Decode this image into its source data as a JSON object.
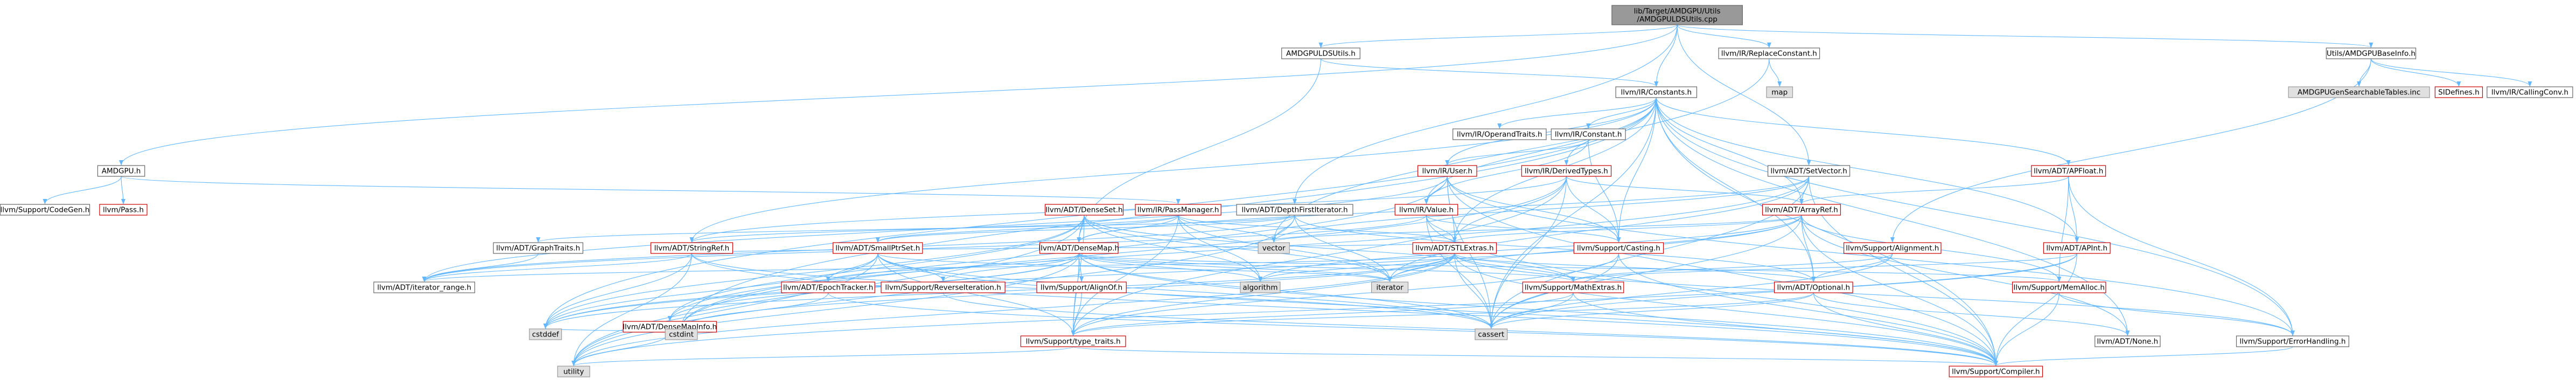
{
  "graph": {
    "root": "lib/Target/AMDGPU/Utils/AMDGPULDSUtils.cpp",
    "colors": {
      "edge": "#63b8ff",
      "root_fill": "#999999",
      "link_border": "#cc0000",
      "plain_border": "#666666",
      "external_fill": "#e0e0e0",
      "node_fill": "#ffffff",
      "text": "#000000"
    },
    "nodes": [
      {
        "id": "root",
        "label": "lib/Target/AMDGPU/Utils/AMDGPULDSUtils.cpp",
        "kind": "root"
      },
      {
        "id": "ldsutils_h",
        "label": "AMDGPULDSUtils.h",
        "kind": "plain"
      },
      {
        "id": "replaceconst",
        "label": "llvm/IR/ReplaceConstant.h",
        "kind": "plain"
      },
      {
        "id": "baseinfo",
        "label": "Utils/AMDGPUBaseInfo.h",
        "kind": "plain"
      },
      {
        "id": "gensearch",
        "label": "AMDGPUGenSearchableTables.inc",
        "kind": "external"
      },
      {
        "id": "sidefines",
        "label": "SIDefines.h",
        "kind": "link"
      },
      {
        "id": "callingconv",
        "label": "llvm/IR/CallingConv.h",
        "kind": "plain"
      },
      {
        "id": "map",
        "label": "map",
        "kind": "external"
      },
      {
        "id": "constants",
        "label": "llvm/IR/Constants.h",
        "kind": "plain"
      },
      {
        "id": "amdgpu_h",
        "label": "AMDGPU.h",
        "kind": "plain"
      },
      {
        "id": "codegen",
        "label": "llvm/Support/CodeGen.h",
        "kind": "plain"
      },
      {
        "id": "pass",
        "label": "llvm/Pass.h",
        "kind": "link"
      },
      {
        "id": "operandtraits",
        "label": "llvm/IR/OperandTraits.h",
        "kind": "plain"
      },
      {
        "id": "irconstant",
        "label": "llvm/IR/Constant.h",
        "kind": "plain"
      },
      {
        "id": "user",
        "label": "llvm/IR/User.h",
        "kind": "link"
      },
      {
        "id": "derivedtypes",
        "label": "llvm/IR/DerivedTypes.h",
        "kind": "link"
      },
      {
        "id": "setvector",
        "label": "llvm/ADT/SetVector.h",
        "kind": "plain"
      },
      {
        "id": "apfloat",
        "label": "llvm/ADT/APFloat.h",
        "kind": "link"
      },
      {
        "id": "denseset",
        "label": "llvm/ADT/DenseSet.h",
        "kind": "link"
      },
      {
        "id": "passmanager",
        "label": "llvm/IR/PassManager.h",
        "kind": "link"
      },
      {
        "id": "dfiter",
        "label": "llvm/ADT/DepthFirstIterator.h",
        "kind": "plain"
      },
      {
        "id": "value",
        "label": "llvm/IR/Value.h",
        "kind": "link"
      },
      {
        "id": "arrayref",
        "label": "llvm/ADT/ArrayRef.h",
        "kind": "link"
      },
      {
        "id": "apint",
        "label": "llvm/ADT/APInt.h",
        "kind": "link"
      },
      {
        "id": "graphtraits",
        "label": "llvm/ADT/GraphTraits.h",
        "kind": "plain"
      },
      {
        "id": "stringref",
        "label": "llvm/ADT/StringRef.h",
        "kind": "link"
      },
      {
        "id": "smallptrset",
        "label": "llvm/ADT/SmallPtrSet.h",
        "kind": "link"
      },
      {
        "id": "densemap",
        "label": "llvm/ADT/DenseMap.h",
        "kind": "link"
      },
      {
        "id": "stlextras",
        "label": "llvm/ADT/STLExtras.h",
        "kind": "link"
      },
      {
        "id": "casting",
        "label": "llvm/Support/Casting.h",
        "kind": "link"
      },
      {
        "id": "vector",
        "label": "vector",
        "kind": "external"
      },
      {
        "id": "alignment",
        "label": "llvm/Support/Alignment.h",
        "kind": "link"
      },
      {
        "id": "iterrange",
        "label": "llvm/ADT/iterator_range.h",
        "kind": "plain"
      },
      {
        "id": "epochtracker",
        "label": "llvm/ADT/EpochTracker.h",
        "kind": "link"
      },
      {
        "id": "revit",
        "label": "llvm/Support/ReverseIteration.h",
        "kind": "link"
      },
      {
        "id": "alignof",
        "label": "llvm/Support/AlignOf.h",
        "kind": "link"
      },
      {
        "id": "algorithm",
        "label": "algorithm",
        "kind": "external"
      },
      {
        "id": "iterator",
        "label": "iterator",
        "kind": "external"
      },
      {
        "id": "mathextras",
        "label": "llvm/Support/MathExtras.h",
        "kind": "link"
      },
      {
        "id": "optional",
        "label": "llvm/ADT/Optional.h",
        "kind": "link"
      },
      {
        "id": "memalloc",
        "label": "llvm/Support/MemAlloc.h",
        "kind": "link"
      },
      {
        "id": "densemapinfo",
        "label": "llvm/ADT/DenseMapInfo.h",
        "kind": "link"
      },
      {
        "id": "cstddef",
        "label": "cstddef",
        "kind": "external"
      },
      {
        "id": "cstdint",
        "label": "cstdint",
        "kind": "external"
      },
      {
        "id": "typetraits",
        "label": "llvm/Support/type_traits.h",
        "kind": "link"
      },
      {
        "id": "cassert",
        "label": "cassert",
        "kind": "external"
      },
      {
        "id": "none",
        "label": "llvm/ADT/None.h",
        "kind": "plain"
      },
      {
        "id": "errorhandling",
        "label": "llvm/Support/ErrorHandling.h",
        "kind": "plain"
      },
      {
        "id": "utility",
        "label": "utility",
        "kind": "external"
      },
      {
        "id": "compiler",
        "label": "llvm/Support/Compiler.h",
        "kind": "link"
      }
    ]
  }
}
